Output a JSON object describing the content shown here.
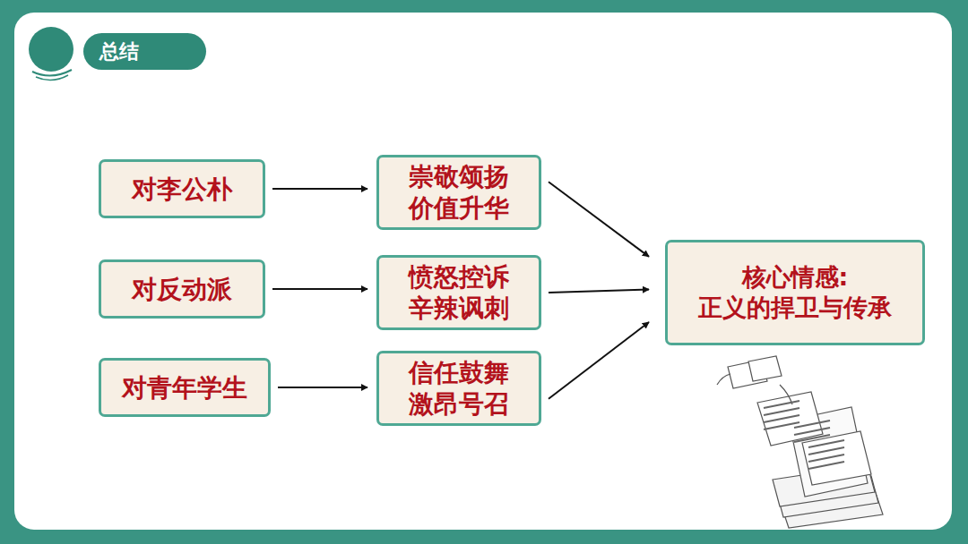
{
  "diagram": {
    "title": "总结",
    "nodes": [
      {
        "text": [
          "对李公朴"
        ]
      },
      {
        "text": [
          "崇敬颂扬 价值升华"
        ]
      },
      {
        "text": [
          "对反动派"
        ]
      },
      {
        "text": [
          "愤怒控诉 辛辣讽刺"
        ]
      },
      {
        "text": [
          "对青年学生"
        ]
      },
      {
        "text": [
          "信任鼓舞 激昂号召"
        ]
      },
      {
        "text": [
          "核心情感: 正义的捍卫与传承"
        ]
      }
    ],
    "edges": [
      {
        "from": 0,
        "to": 1,
        "arrow": "to"
      },
      {
        "from": 2,
        "to": 3,
        "arrow": "to"
      },
      {
        "from": 4,
        "to": 5,
        "arrow": "to"
      },
      {
        "from": 1,
        "to": 6,
        "arrow": "to"
      },
      {
        "from": 3,
        "to": 6,
        "arrow": "to"
      },
      {
        "from": 5,
        "to": 6,
        "arrow": "to"
      }
    ]
  }
}
